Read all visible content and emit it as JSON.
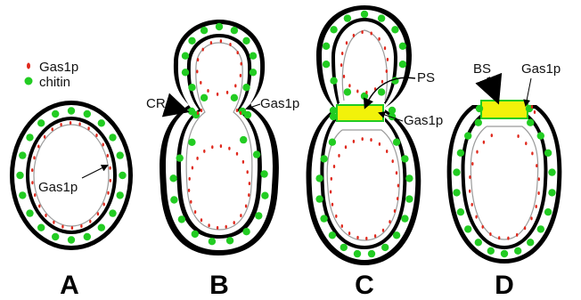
{
  "legend": {
    "gas1p_label": "Gas1p",
    "chitin_label": "chitin",
    "gas1p_color": "#e0281c",
    "chitin_color": "#22cc22"
  },
  "colors": {
    "wall_outline": "#000000",
    "wall_fill": "#ffffff",
    "membrane": "#9a9a9a",
    "septum_fill": "#f2f20a",
    "septum_edge": "#22cc22"
  },
  "panels": [
    {
      "letter": "A",
      "labels": [
        "Gas1p"
      ]
    },
    {
      "letter": "B",
      "labels": [
        "CR",
        "Gas1p"
      ]
    },
    {
      "letter": "C",
      "labels": [
        "PS",
        "Gas1p"
      ]
    },
    {
      "letter": "D",
      "labels": [
        "BS",
        "Gas1p"
      ]
    }
  ]
}
